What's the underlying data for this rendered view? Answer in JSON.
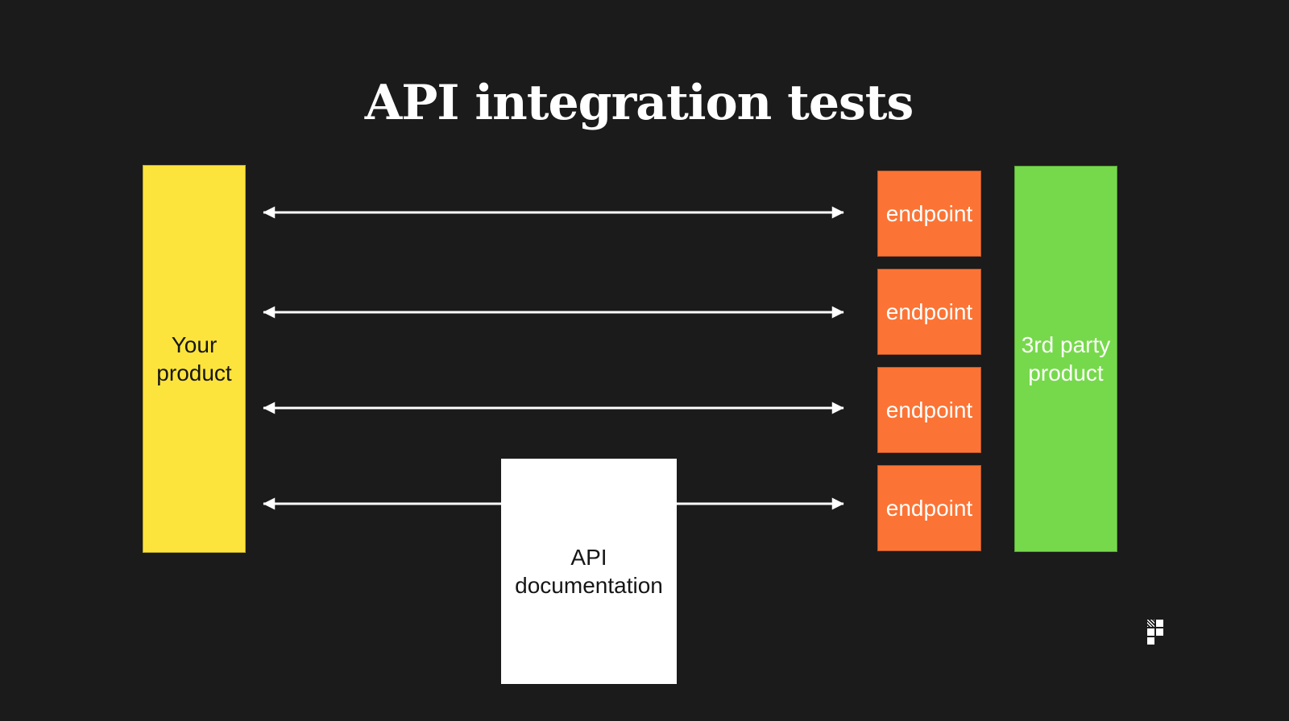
{
  "canvas": {
    "background": "#1B1B1B"
  },
  "title": {
    "text": "API integration tests",
    "color": "#FFFFFF"
  },
  "diagram": {
    "your_product": {
      "label": "Your product",
      "fill": "#FCE43C",
      "text_color": "#161616"
    },
    "endpoints": [
      {
        "label": "endpoint"
      },
      {
        "label": "endpoint"
      },
      {
        "label": "endpoint"
      },
      {
        "label": "endpoint"
      }
    ],
    "endpoint_style": {
      "fill": "#FB7435",
      "text_color": "#FFFFFF"
    },
    "third_party_product": {
      "label": "3rd party product",
      "fill": "#76D94B",
      "text_color": "#FFFFFF"
    },
    "api_documentation": {
      "label": "API documentation",
      "fill": "#FFFFFF",
      "text_color": "#161616"
    },
    "arrows": {
      "color": "#FFFFFF",
      "style": "double-headed",
      "connections": [
        {
          "from": "Your product",
          "to": "endpoint 1"
        },
        {
          "from": "Your product",
          "to": "endpoint 2"
        },
        {
          "from": "Your product",
          "to": "endpoint 3"
        },
        {
          "from": "Your product",
          "to": "endpoint 4"
        }
      ]
    }
  },
  "logo": {
    "name": "pixel-grid-logo",
    "color": "#FFFFFF"
  }
}
